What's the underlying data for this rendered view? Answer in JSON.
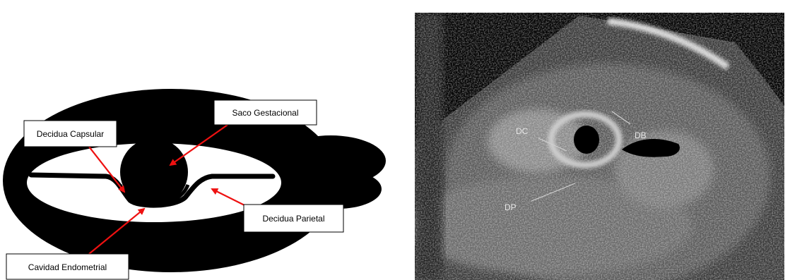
{
  "diagram": {
    "labels": {
      "saco_gestacional": "Saco Gestacional",
      "decidua_capsular": "Decidua Capsular",
      "decidua_parietal": "Decidua Parietal",
      "cavidad_endometrial": "Cavidad Endometrial"
    },
    "colors": {
      "uterus": "#000000",
      "cavity": "#ffffff",
      "arrow": "#ee1111",
      "label_box_stroke": "#000000",
      "label_box_fill": "#ffffff"
    }
  },
  "ultrasound": {
    "labels": {
      "dc": "DC",
      "db": "DB",
      "dp": "DP"
    },
    "colors": {
      "background": "#000000",
      "label": "#e8e8e8"
    }
  }
}
